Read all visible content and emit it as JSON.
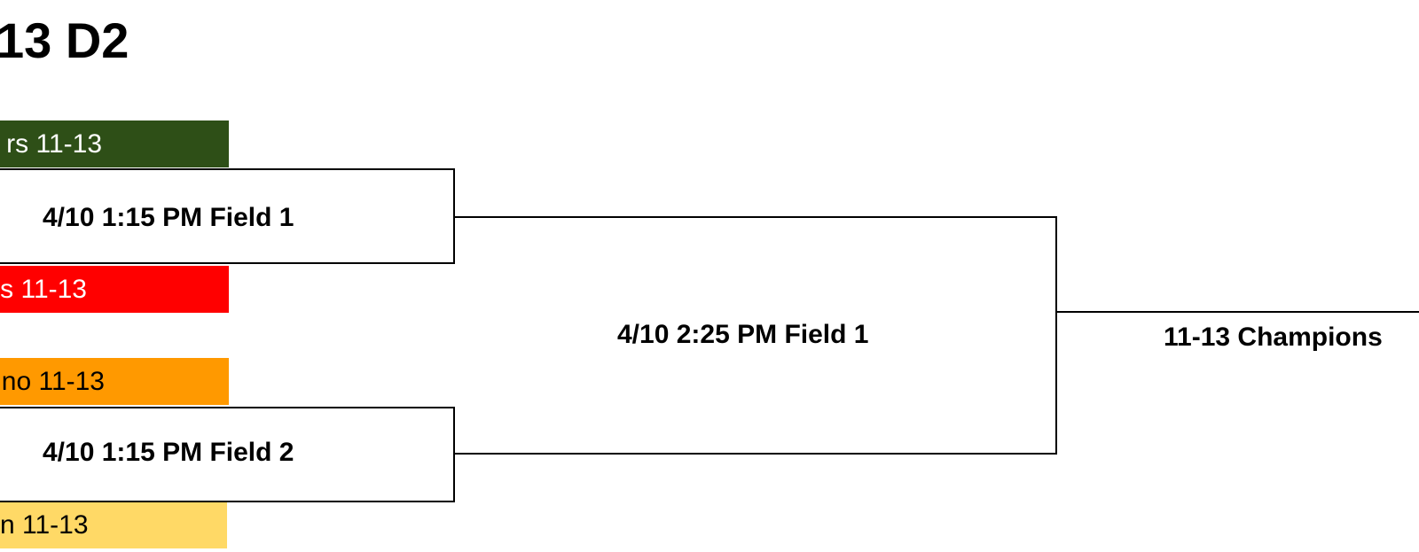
{
  "bracket": {
    "title": "13 D2",
    "teams": [
      {
        "label": "rs 11-13",
        "color": "#2e4f17"
      },
      {
        "label": "s 11-13",
        "color": "#ff0000"
      },
      {
        "label": "no 11-13",
        "color": "#ff9900"
      },
      {
        "label": "n 11-13",
        "color": "#ffd966"
      }
    ],
    "games": [
      {
        "label": "4/10 1:15 PM Field 1"
      },
      {
        "label": "4/10 1:15 PM Field 2"
      }
    ],
    "final": {
      "label": "4/10 2:25 PM Field 1"
    },
    "champion": {
      "label": "11-13 Champions"
    }
  }
}
